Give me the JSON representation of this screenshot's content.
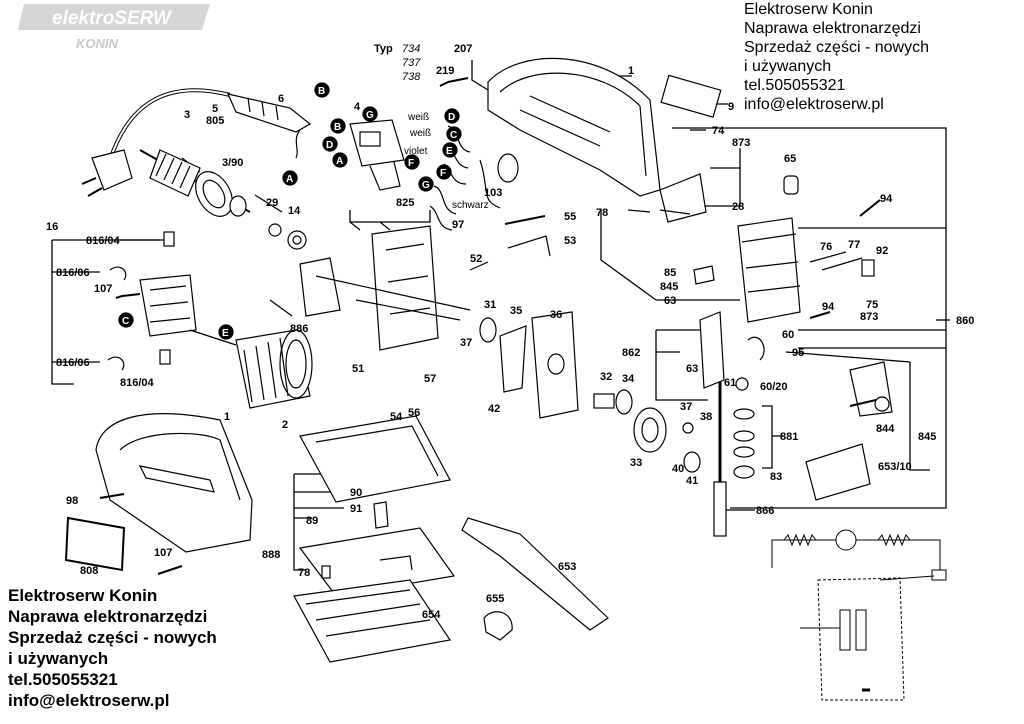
{
  "logo": {
    "brand": "elektroSERW",
    "city": "KONIN"
  },
  "contact_top": [
    "Elektroserw Konin",
    "Naprawa elektronarzędzi",
    "Sprzedaż części - nowych",
    "i używanych",
    "tel.505055321",
    "info@elektroserw.pl"
  ],
  "contact_bottom": [
    "Elektroserw Konin",
    "Naprawa elektronarzędzi",
    "Sprzedaż części - nowych",
    "i używanych",
    "tel.505055321",
    "info@elektroserw.pl"
  ],
  "typ": {
    "label": "Typ",
    "codes": [
      "734",
      "737",
      "738"
    ]
  },
  "wire_colors": {
    "w1": "weiß",
    "w2": "weiß",
    "w3": "violet",
    "w4": "schwarz"
  },
  "parts": {
    "p1": "1",
    "p1b": "1",
    "p2": "2",
    "p3": "3",
    "p390": "3/90",
    "p5": "5",
    "p805": "805",
    "p6": "6",
    "p4": "4",
    "p9": "9",
    "p14": "14",
    "p16": "16",
    "p81604a": "816/04",
    "p81606a": "816/06",
    "p107a": "107",
    "p81606b": "816/06",
    "p81604b": "816/04",
    "p29": "29",
    "p825": "825",
    "p886": "886",
    "p97": "97",
    "p103": "103",
    "p55": "55",
    "p53": "53",
    "p52": "52",
    "p31": "31",
    "p35": "35",
    "p36": "36",
    "p37a": "37",
    "p51": "51",
    "p57": "57",
    "p56": "56",
    "p54": "54",
    "p42": "42",
    "p32": "32",
    "p34": "34",
    "p37b": "37",
    "p38": "38",
    "p33": "33",
    "p40": "40",
    "p41": "41",
    "p83": "83",
    "p881": "881",
    "p866": "866",
    "p90": "90",
    "p91": "91",
    "p89": "89",
    "p888": "888",
    "p78a": "78",
    "p98": "98",
    "p107b": "107",
    "p808": "808",
    "p654": "654",
    "p655": "655",
    "p653": "653",
    "p65310": "653/10",
    "p844": "844",
    "p845a": "845",
    "p845b": "845",
    "p860": "860",
    "p862": "862",
    "p63a": "63",
    "p63b": "63",
    "p61": "61",
    "p6020": "60/20",
    "p60": "60",
    "p95": "95",
    "p94a": "94",
    "p94b": "94",
    "p75": "75",
    "p873a": "873",
    "p873b": "873",
    "p76": "76",
    "p77": "77",
    "p92": "92",
    "p85": "85",
    "p78b": "78",
    "p28": "28",
    "p65": "65",
    "p74": "74",
    "p207": "207",
    "p219": "219"
  },
  "letters": {
    "A": "A",
    "B": "B",
    "C": "C",
    "D": "D",
    "E": "E",
    "F": "F",
    "G": "G"
  }
}
